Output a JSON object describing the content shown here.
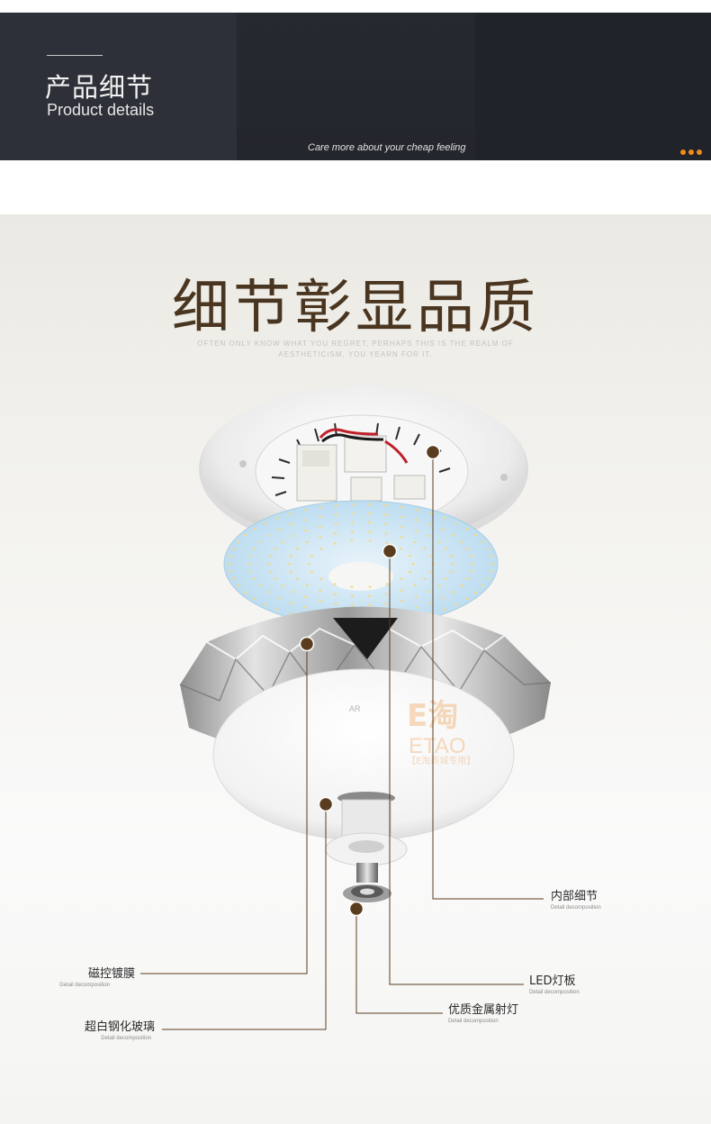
{
  "banner": {
    "title_cn": "产品细节",
    "title_en": "Product details",
    "tagline": "Care more about your cheap feeling",
    "accent_color": "#f08a1c",
    "dots_icon": "more-dots-icon"
  },
  "detail": {
    "heading": "细节彰显品质",
    "subline": "OFTEN ONLY KNOW WHAT YOU REGRET, PERHAPS THIS IS THE REALM OF AESTHETICISM, YOU YEARN FOR IT.",
    "heading_color": "#4a3620",
    "marker_color": "#5a3d1e"
  },
  "watermark": {
    "logo_text": "E淘",
    "brand": "ETAO",
    "caption": "【E淘商城专用】"
  },
  "lamp_mark": "AR",
  "callouts": [
    {
      "label": "内部细节",
      "sub": "Detail decomposition"
    },
    {
      "label": "LED灯板",
      "sub": "Detail decomposition"
    },
    {
      "label": "优质金属射灯",
      "sub": "Detail decomposition"
    },
    {
      "label": "磁控镀膜",
      "sub": "Detail decomposition"
    },
    {
      "label": "超白钢化玻璃",
      "sub": "Detail decomposition"
    }
  ]
}
